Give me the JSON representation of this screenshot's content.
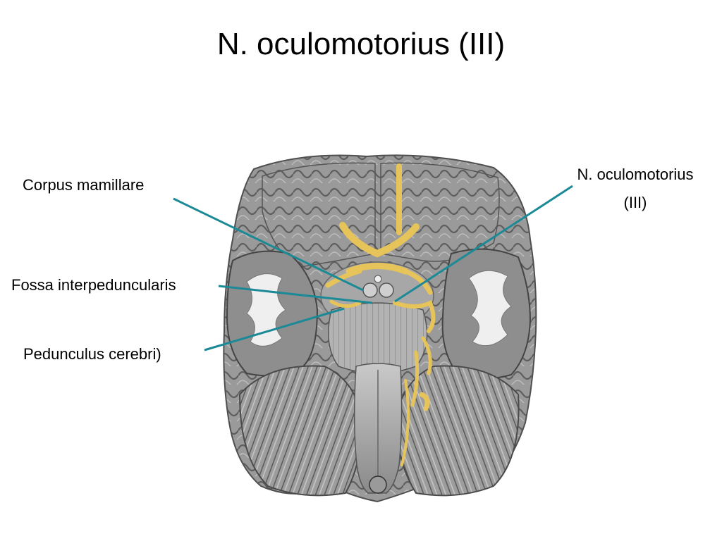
{
  "slide": {
    "title": "N. oculomotorius (III)",
    "labels": {
      "corpus_mamillare": "Corpus mamillare",
      "fossa_interpeduncularis": "Fossa interpeduncularis",
      "pedunculus_cerebri": "Pedunculus cerebri)",
      "nerve_line1": "N. oculomotorius",
      "nerve_line2": "(III)"
    },
    "colors": {
      "leader_line": "#1b8a96",
      "nerve": "#e6c45a",
      "brain_gray": "#8c8c8c"
    }
  }
}
